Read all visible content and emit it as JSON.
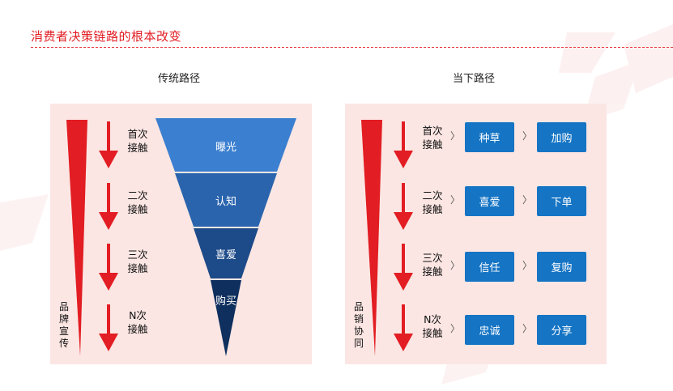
{
  "header": {
    "title": "消费者决策链路的根本改变"
  },
  "left": {
    "heading": "传统路径",
    "side_label": [
      "品",
      "牌",
      "宣",
      "传"
    ],
    "contacts": [
      {
        "line1": "首次",
        "line2": "接触"
      },
      {
        "line1": "二次",
        "line2": "接触"
      },
      {
        "line1": "三次",
        "line2": "接触"
      },
      {
        "line1": "N次",
        "line2": "接触"
      }
    ],
    "funnel": [
      "曝光",
      "认知",
      "喜爱",
      "购买"
    ],
    "funnel_colors": [
      "#3b7fd0",
      "#2a64ad",
      "#1d4a88",
      "#0f2f5e"
    ]
  },
  "right": {
    "heading": "当下路径",
    "side_label": [
      "品",
      "销",
      "协",
      "同"
    ],
    "contacts": [
      {
        "line1": "首次",
        "line2": "接触"
      },
      {
        "line1": "二次",
        "line2": "接触"
      },
      {
        "line1": "三次",
        "line2": "接触"
      },
      {
        "line1": "N次",
        "line2": "接触"
      }
    ],
    "steps": [
      {
        "a": "种草",
        "b": "加购"
      },
      {
        "a": "喜爱",
        "b": "下单"
      },
      {
        "a": "信任",
        "b": "复购"
      },
      {
        "a": "忠诚",
        "b": "分享"
      }
    ],
    "chevron": "〉"
  },
  "colors": {
    "accent_red": "#e21d23",
    "box_blue": "#1574c4"
  }
}
